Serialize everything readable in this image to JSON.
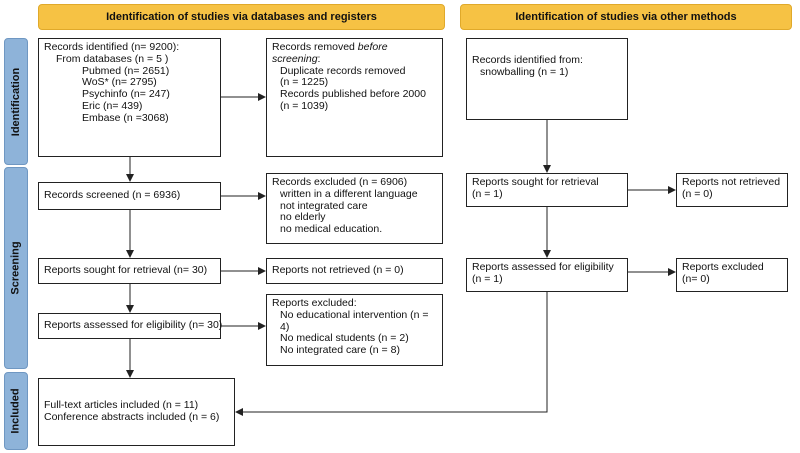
{
  "headers": {
    "databases": "Identification of studies via databases and registers",
    "other": "Identification of studies via other methods"
  },
  "phases": {
    "identification": "Identification",
    "screening": "Screening",
    "included": "Included"
  },
  "db": {
    "identified": {
      "title": "Records identified (n= 9200):",
      "from": "From databases (n = 5 )",
      "items": [
        "Pubmed (n= 2651)",
        "WoS* (n= 2795)",
        "Psychinfo (n= 247)",
        "Eric (n= 439)",
        "Embase (n =3068)"
      ]
    },
    "removed": {
      "title_plain": "Records removed ",
      "title_italic": "before screening",
      "title_end": ":",
      "lines": [
        "Duplicate records removed",
        "(n = 1225)",
        "Records published before 2000",
        "(n = 1039)"
      ]
    },
    "screened": "Records screened (n = 6936)",
    "excluded": {
      "title": "Records excluded (n = 6906)",
      "lines": [
        "written in a different language",
        "not integrated care",
        "no elderly",
        "no medical education."
      ]
    },
    "sought": "Reports sought for retrieval (n= 30)",
    "not_retrieved": "Reports not retrieved (n = 0)",
    "assessed": "Reports assessed for eligibility (n= 30)",
    "reports_excluded": {
      "title": "Reports excluded:",
      "lines": [
        "No educational intervention (n = 4)",
        "No medical students (n = 2)",
        "No integrated care (n = 8)"
      ]
    },
    "included": [
      "Full-text articles included (n = 11)",
      "Conference abstracts included (n = 6)"
    ]
  },
  "other": {
    "identified": [
      "Records identified from:",
      "snowballing (n = 1)"
    ],
    "sought": [
      "Reports sought for retrieval",
      "(n = 1)"
    ],
    "not_retrieved": [
      "Reports not retrieved",
      "(n = 0)"
    ],
    "assessed": [
      "Reports assessed for eligibility",
      "(n = 1)"
    ],
    "excluded": [
      "Reports excluded",
      "(n= 0)"
    ]
  },
  "colors": {
    "header_fill": "#f6c244",
    "phase_fill": "#8eb3d9",
    "line": "#222222"
  }
}
